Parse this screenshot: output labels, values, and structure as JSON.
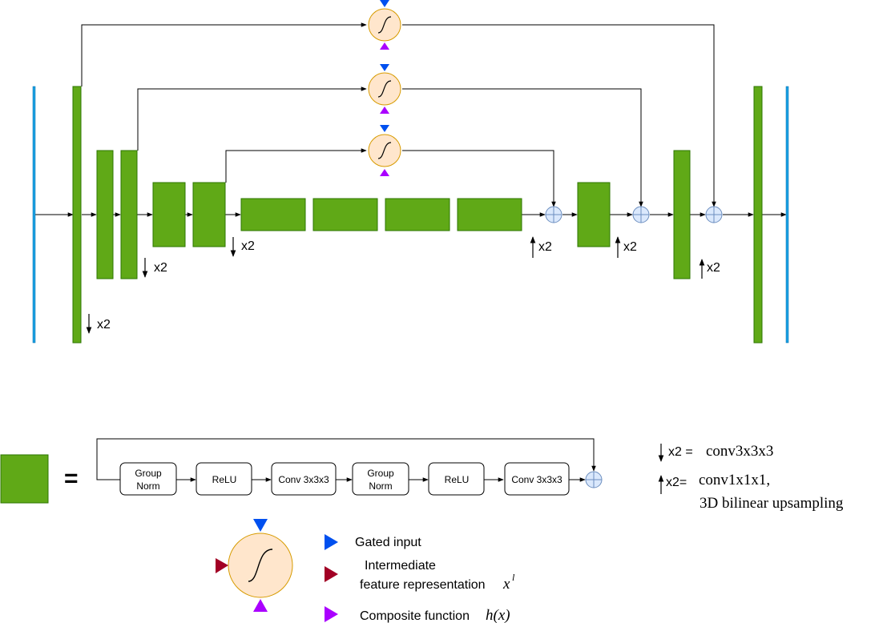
{
  "diagram": {
    "scale_labels": {
      "enc1": "x2",
      "enc2": "x2",
      "enc3": "x2",
      "dec1": "x2",
      "dec2": "x2",
      "dec3": "x2"
    },
    "block_legend": {
      "equals": "=",
      "steps": [
        {
          "line1": "Group",
          "line2": "Norm"
        },
        {
          "line1": "ReLU",
          "line2": ""
        },
        {
          "line1": "Conv 3x3x3",
          "line2": ""
        },
        {
          "line1": "Group",
          "line2": "Norm"
        },
        {
          "line1": "ReLU",
          "line2": ""
        },
        {
          "line1": "Conv 3x3x3",
          "line2": ""
        }
      ]
    },
    "ops_legend": {
      "down_label": "x2 =",
      "down_def": "conv3x3x3",
      "up_label": "x2=",
      "up_def_line1": "conv1x1x1,",
      "up_def_line2": "3D bilinear upsampling"
    },
    "gate_legend": {
      "gated_input": "Gated input",
      "intermediate_line1": "Intermediate",
      "intermediate_line2": "feature representation",
      "intermediate_math": "x",
      "intermediate_sup": "l",
      "composite": "Composite function",
      "composite_math": "h(x)"
    },
    "colors": {
      "block": "#60a917",
      "block_border": "#2d7600",
      "input_bar": "#1ba1e2",
      "gate_fill": "#ffe6cc",
      "gate_border": "#d79b00",
      "sum_fill": "#dae8fc",
      "sum_border": "#6c8ebf",
      "gated_input_marker": "#0050ef",
      "intermediate_marker": "#a20025",
      "composite_marker": "#aa00ff"
    }
  }
}
